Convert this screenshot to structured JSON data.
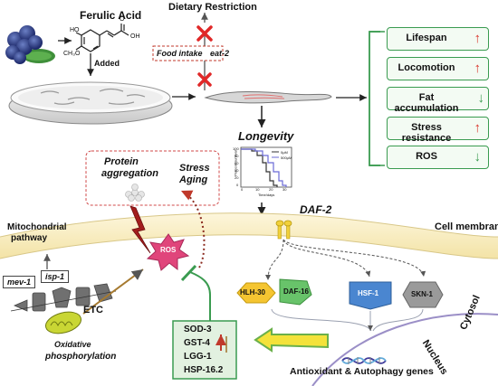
{
  "top": {
    "ferulic_acid": "Ferulic Acid",
    "added": "Added",
    "ho": "HO",
    "ch3o": "CH₃O",
    "oh": "OH",
    "o": "O",
    "dietary_restriction": "Dietary Restriction",
    "food_intake": "Food intake",
    "eat2": "eat-2"
  },
  "outcomes": [
    {
      "label": "Lifespan",
      "direction": "up"
    },
    {
      "label": "Locomotion",
      "direction": "up"
    },
    {
      "label": "Fat accumulation",
      "direction": "down"
    },
    {
      "label": "Stress resistance",
      "direction": "up"
    },
    {
      "label": "ROS",
      "direction": "down"
    }
  ],
  "longevity": {
    "title": "Longevity",
    "ylabel": "Percent survival",
    "xlabel": "Time/days",
    "x_ticks": [
      "0",
      "10",
      "20",
      "30"
    ],
    "y_ticks": [
      "100",
      "80",
      "60",
      "40",
      "20",
      "0"
    ],
    "legend": [
      "0μM",
      "500μM"
    ]
  },
  "membrane": {
    "cell_membrane": "Cell membrane",
    "daf2": "DAF-2",
    "cytosol": "Cytosol",
    "nucleus": "Nucleus",
    "genes": "Antioxidant & Autophagy  genes"
  },
  "factors": {
    "hlh30": "HLH-30",
    "daf16": "DAF-16",
    "hsf1": "HSF-1",
    "skn1": "SKN-1"
  },
  "left": {
    "protein_aggregation": "Protein aggregation",
    "stress_aging": "Stress Aging",
    "mitochondrial": "Mitochondrial pathway",
    "mev1": "mev-1",
    "isp1": "isp-1",
    "etc": "ETC",
    "oxidative": "Oxidative",
    "phosphorylation": "phosphorylation",
    "ros": "ROS"
  },
  "targets": [
    "SOD-3",
    "GST-4",
    "LGG-1",
    "HSP-16.2"
  ],
  "colors": {
    "green": "#3a9b50",
    "up_arrow": "#d9342b",
    "down_arrow": "#3a9b50",
    "membrane": "#f6e9b8",
    "ros": "#e0457b",
    "hlh30": "#f5c531",
    "daf16": "#68c36a",
    "hsf1": "#4a86d0",
    "skn1": "#9a9a9a"
  }
}
